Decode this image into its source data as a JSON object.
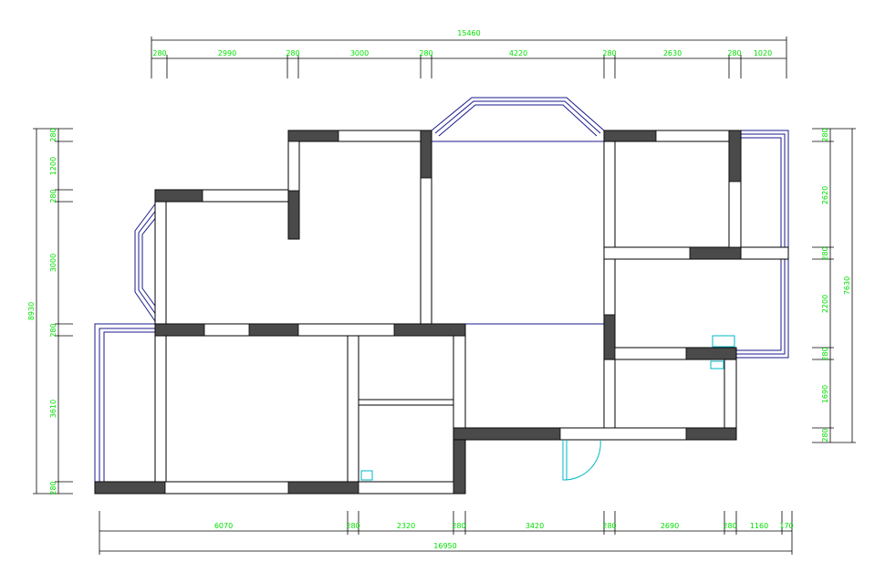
{
  "dimensions": {
    "top_total": "15460",
    "top": [
      "280",
      "2990",
      "280",
      "3000",
      "280",
      "4220",
      "280",
      "2630",
      "280",
      "1020"
    ],
    "bottom_total": "16950",
    "bottom": [
      "6070",
      "280",
      "2320",
      "280",
      "3420",
      "280",
      "2690",
      "280",
      "1160",
      "170"
    ],
    "left_total": "8930",
    "left": [
      "280",
      "1200",
      "280",
      "3000",
      "280",
      "3610",
      "280"
    ],
    "right_total": "7630",
    "right": [
      "280",
      "2620",
      "280",
      "2200",
      "280",
      "1690",
      "280"
    ]
  }
}
